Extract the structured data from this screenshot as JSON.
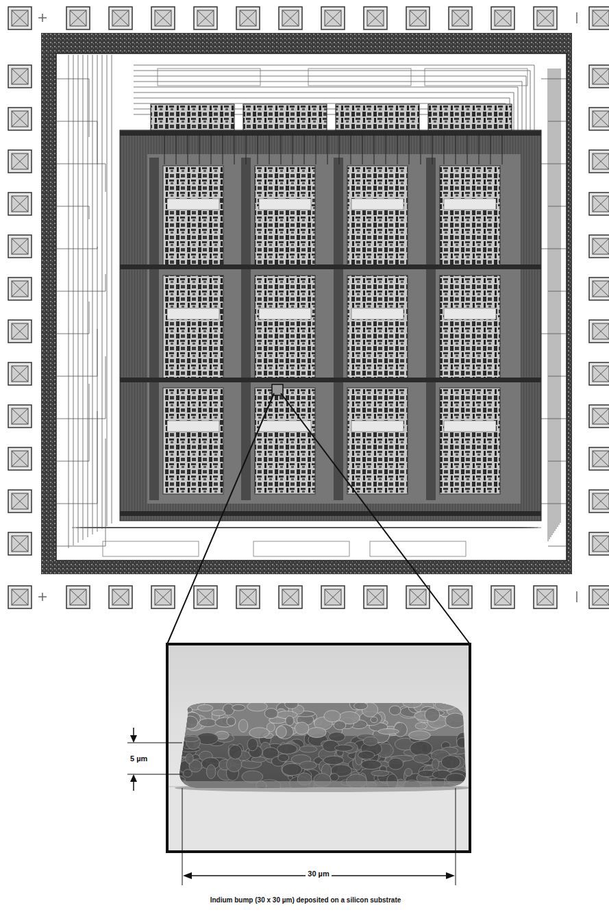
{
  "diagram": {
    "caption": "Indium bump (30 x 30 µm) deposited on a silicon substrate",
    "labels": [
      "5 µm",
      "30 µm"
    ]
  }
}
